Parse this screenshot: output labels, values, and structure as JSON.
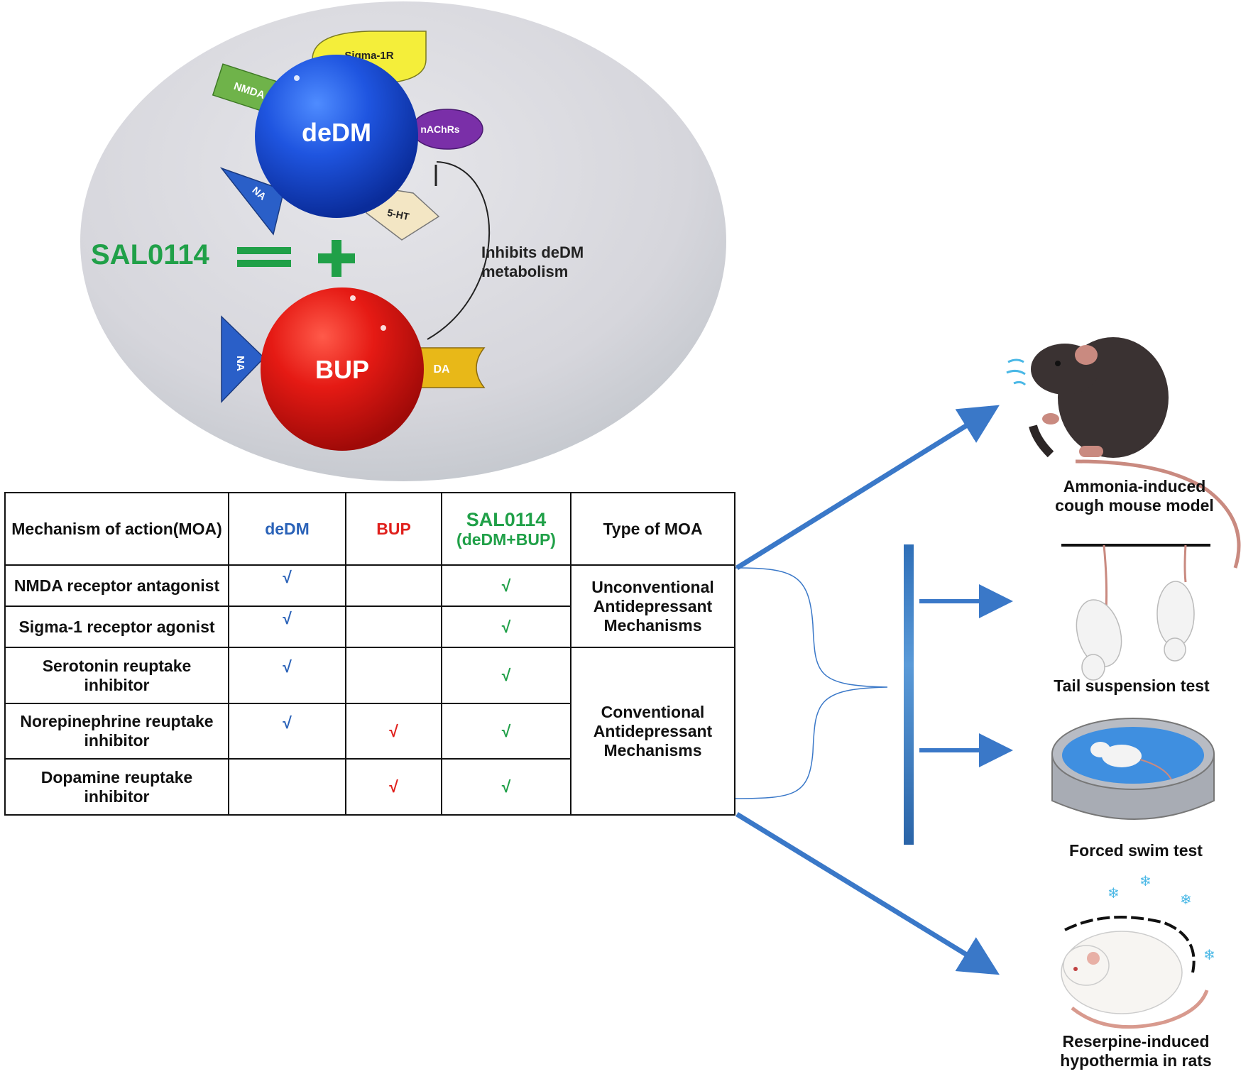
{
  "top": {
    "dedm_label": "deDM",
    "bup_label": "BUP",
    "sal_label": "SAL0114",
    "receptors": {
      "sigma": "Sigma-1R",
      "nmda": "NMDA",
      "nachrs": "nAChRs",
      "na_top": "NA",
      "sht": "5-HT",
      "na_bottom": "NA",
      "da": "DA"
    },
    "inhibits_line1": "Inhibits deDM",
    "inhibits_line2": "metabolism"
  },
  "table": {
    "headers": {
      "mechanism": "Mechanism of action(MOA)",
      "dedm": "deDM",
      "bup": "BUP",
      "sal_line1": "SAL0114",
      "sal_line2": "(deDM+BUP)",
      "type": "Type of MOA"
    },
    "rows": [
      {
        "mechanism": "NMDA receptor antagonist",
        "dedm": "√",
        "bup": "",
        "sal": "√"
      },
      {
        "mechanism": "Sigma-1 receptor agonist",
        "dedm": "√",
        "bup": "",
        "sal": "√"
      },
      {
        "mechanism": "Serotonin reuptake inhibitor",
        "dedm": "√",
        "bup": "",
        "sal": "√"
      },
      {
        "mechanism": "Norepinephrine reuptake inhibitor",
        "dedm": "√",
        "bup": "√",
        "sal": "√"
      },
      {
        "mechanism": "Dopamine reuptake inhibitor",
        "dedm": "",
        "bup": "√",
        "sal": "√"
      }
    ],
    "type_unconventional": "Unconventional Antidepressant Mechanisms",
    "type_conventional": "Conventional Antidepressant Mechanisms"
  },
  "models": {
    "cough": "Ammonia-induced cough mouse model",
    "tail": "Tail suspension test",
    "swim": "Forced swim test",
    "hypo": "Reserpine-induced hypothermia in rats"
  },
  "colors": {
    "dedm_blue": "#2a62b8",
    "bup_red": "#e0201c",
    "sal_green": "#20a048",
    "arrow_blue": "#3a78c8"
  }
}
